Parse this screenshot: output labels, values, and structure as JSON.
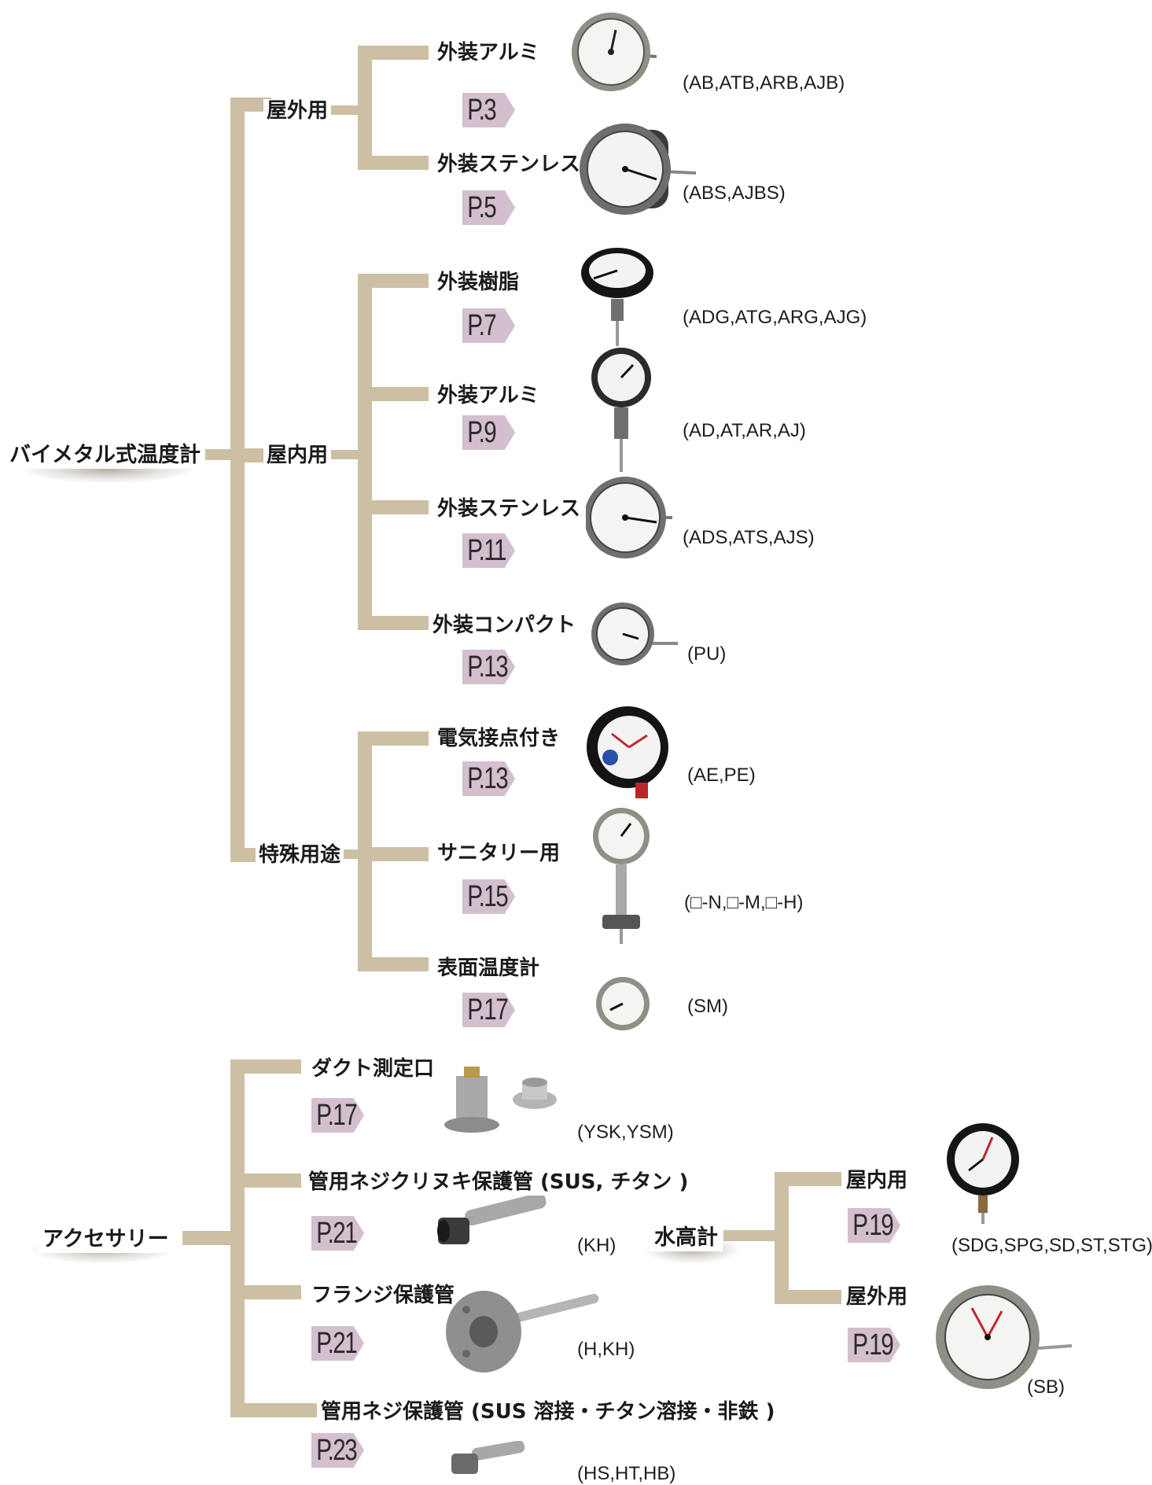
{
  "colors": {
    "branch": "#cdbfa3",
    "page_tag": "#d4bfce",
    "text": "#1a1a1a"
  },
  "roots": {
    "bimetal": "バイメタル式温度計",
    "accessory": "アクセサリー",
    "water_gauge": "水高計"
  },
  "categories": {
    "outdoor": "屋外用",
    "indoor": "屋内用",
    "special": "特殊用途"
  },
  "bimetal_items": [
    {
      "label": "外装アルミ",
      "page": "P.3",
      "models": "(AB,ATB,ARB,AJB)",
      "icon": "aluminium-gauge-icon"
    },
    {
      "label": "外装ステンレス",
      "page": "P.5",
      "models": "(ABS,AJBS)",
      "icon": "stainless-gauge-icon"
    },
    {
      "label": "外装樹脂",
      "page": "P.7",
      "models": "(ADG,ATG,ARG,AJG)",
      "icon": "resin-gauge-icon"
    },
    {
      "label": "外装アルミ",
      "page": "P.9",
      "models": "(AD,AT,AR,AJ)",
      "icon": "aluminium-gauge-icon"
    },
    {
      "label": "外装ステンレス",
      "page": "P.11",
      "models": "(ADS,ATS,AJS)",
      "icon": "stainless-gauge-icon"
    },
    {
      "label": "外装コンパクト",
      "page": "P.13",
      "models": "(PU)",
      "icon": "compact-gauge-icon"
    },
    {
      "label": "電気接点付き",
      "page": "P.13",
      "models": "(AE,PE)",
      "icon": "contact-gauge-icon"
    },
    {
      "label": "サニタリー用",
      "page": "P.15",
      "models": "(□-N,□-M,□-H)",
      "icon": "sanitary-gauge-icon"
    },
    {
      "label": "表面温度計",
      "page": "P.17",
      "models": "(SM)",
      "icon": "surface-gauge-icon"
    }
  ],
  "accessory_items": [
    {
      "label": "ダクト測定口",
      "page": "P.17",
      "models": "(YSK,YSM)",
      "icon": "duct-port-icon"
    },
    {
      "label": "管用ネジクリヌキ保護管 (SUS, チタン )",
      "page": "P.21",
      "models": "(KH)",
      "icon": "threaded-well-icon"
    },
    {
      "label": "フランジ保護管",
      "page": "P.21",
      "models": "(H,KH)",
      "icon": "flange-well-icon"
    },
    {
      "label": "管用ネジ保護管 (SUS 溶接・チタン溶接・非鉄 )",
      "page": "P.23",
      "models": "(HS,HT,HB)",
      "icon": "welded-well-icon"
    }
  ],
  "water_items": [
    {
      "label": "屋内用",
      "page": "P.19",
      "models": "(SDG,SPG,SD,ST,STG)",
      "icon": "water-gauge-black-icon"
    },
    {
      "label": "屋外用",
      "page": "P.19",
      "models": "(SB)",
      "icon": "water-gauge-grey-icon"
    }
  ]
}
